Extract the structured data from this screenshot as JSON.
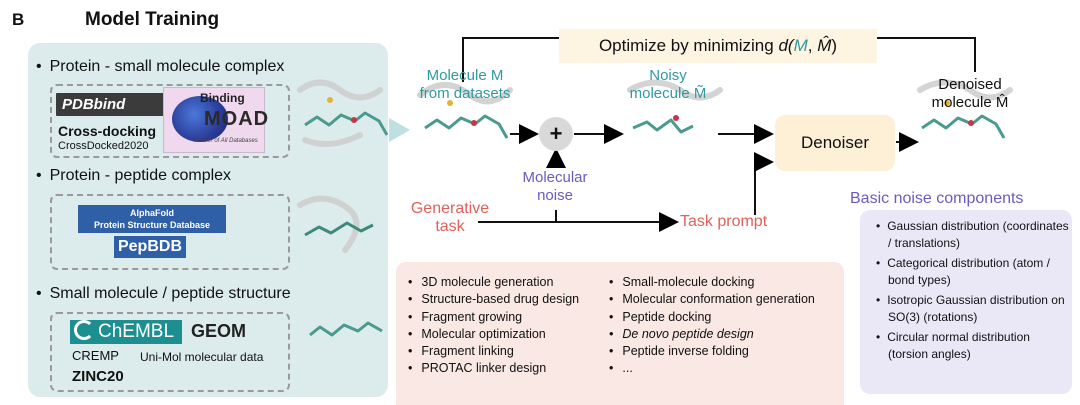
{
  "panel_letter": "B",
  "title": "Model Training",
  "datasets": {
    "sections": [
      {
        "title": "Protein - small molecule complex",
        "logos": {
          "pdbbind": "PDBbind",
          "moad_line1": "Binding",
          "moad_line2": "MOAD",
          "moad_tagline": "Mother of All Databases",
          "crossdock_bold": "Cross-docking",
          "crossdock_sub": "CrossDocked2020"
        }
      },
      {
        "title": "Protein - peptide complex",
        "logos": {
          "alphafold_line1": "AlphaFold",
          "alphafold_line2": "Protein Structure Database",
          "pepbdb": "PepBDB"
        }
      },
      {
        "title": "Small molecule / peptide structure",
        "logos": {
          "chembl": "ChEMBL",
          "geom": "GEOM",
          "cremp": "CREMP",
          "unimol": "Uni-Mol molecular data",
          "zinc": "ZINC20"
        }
      }
    ]
  },
  "flow": {
    "optimize_prefix": "Optimize by minimizing ",
    "optimize_formula_d": "d(",
    "optimize_formula_m": "M",
    "optimize_formula_mid": ", ",
    "optimize_formula_mhat": "M̂",
    "optimize_formula_end": ")",
    "molecule_line1": "Molecule M",
    "molecule_line2": "from datasets",
    "noisy_line1": "Noisy",
    "noisy_line2": "molecule M̃",
    "denoised_line1": "Denoised",
    "denoised_line2": "molecule M̂",
    "plus": "+",
    "molecular_noise_line1": "Molecular",
    "molecular_noise_line2": "noise",
    "denoiser": "Denoiser",
    "generative_task_line1": "Generative",
    "generative_task_line2": "task",
    "task_prompt": "Task prompt"
  },
  "tasks": {
    "col1": [
      "3D molecule generation",
      "Structure-based drug design",
      "Fragment growing",
      "Molecular optimization",
      "Fragment linking",
      "PROTAC linker design"
    ],
    "col2": [
      "Small-molecule docking",
      "Molecular conformation generation",
      "Peptide docking",
      "De novo peptide design",
      "Peptide inverse folding",
      "..."
    ]
  },
  "noise": {
    "title": "Basic noise components",
    "items": [
      "Gaussian distribution (coordinates / translations)",
      "Categorical distribution (atom / bond types)",
      "Isotropic Gaussian distribution on SO(3) (rotations)",
      "Circular normal distribution (torsion angles)"
    ]
  },
  "colors": {
    "teal": "#2f9aa0",
    "red": "#e0605a",
    "purple": "#6a5bc0",
    "left_panel": "#dcecec",
    "task_box": "#f9e8e3",
    "noise_box": "#eae8f7",
    "denoiser": "#fdf0d7"
  }
}
